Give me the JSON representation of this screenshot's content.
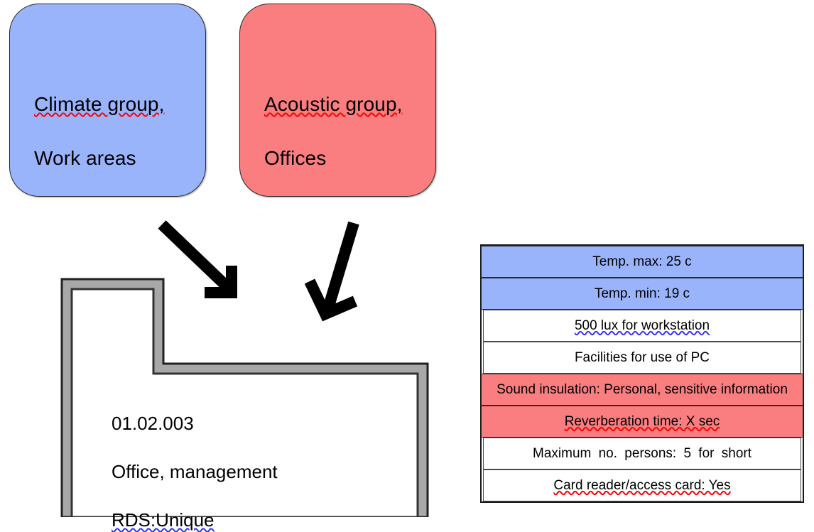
{
  "diagram": {
    "title_hidden": "",
    "groups": [
      {
        "id": "climate",
        "label": "Climate group,\nWork areas",
        "line1": "Climate group,",
        "line2": "Work areas",
        "color": "#9ab4fc"
      },
      {
        "id": "acoustic",
        "label": "Acoustic group,\nOffices",
        "line1": "Acoustic group,",
        "line2": "Offices",
        "color": "#fa7e80"
      }
    ],
    "arrows": [
      {
        "name": "climate-to-room-arrow",
        "from": "climate-group",
        "to": "room-plan"
      },
      {
        "name": "acoustic-to-room-arrow",
        "from": "acoustic-group",
        "to": "room-plan"
      }
    ],
    "room": {
      "id_number": "01.02.003",
      "name": "Office, management",
      "rds": "RDS:Unique",
      "text_block": "01.02.003\nOffice, management\nRDS:Unique",
      "wall_color": "#a8a8a8",
      "fill_color": "#ffffff"
    },
    "requirements": {
      "rows": [
        {
          "label": "Temp. max: 25 c",
          "color": "blue",
          "hex": "#9ab4fc"
        },
        {
          "label": "Temp. min: 19 c",
          "color": "blue",
          "hex": "#9ab4fc"
        },
        {
          "label": "500 lux for workstation",
          "color": "white",
          "hex": "#ffffff"
        },
        {
          "label": "Facilities for use of PC",
          "color": "white",
          "hex": "#ffffff"
        },
        {
          "label": "Sound insulation: Personal, sensitive information",
          "color": "red",
          "hex": "#fa7e80"
        },
        {
          "label": "Reverberation time: X sec",
          "color": "red",
          "hex": "#fa7e80"
        },
        {
          "label": "Maximum no. persons: 5 for short",
          "color": "white",
          "hex": "#ffffff"
        },
        {
          "label": "Card reader/access card: Yes",
          "color": "white",
          "hex": "#ffffff"
        }
      ]
    }
  }
}
